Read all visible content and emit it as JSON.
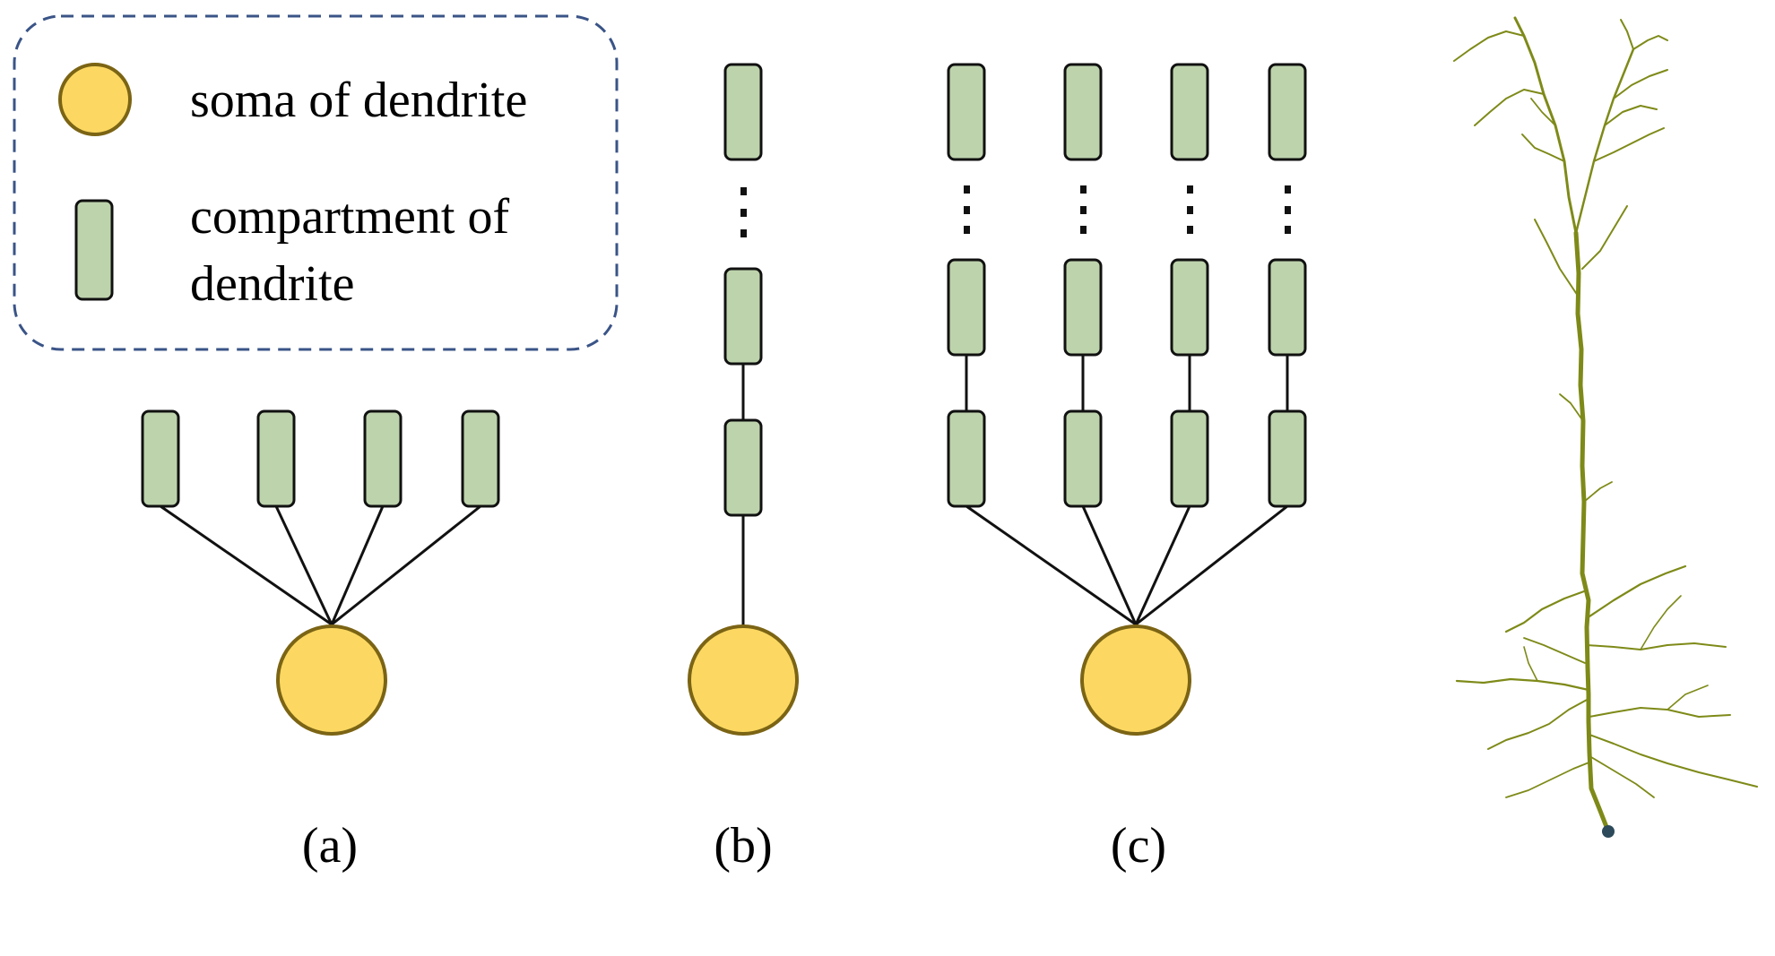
{
  "legend": {
    "soma_label": "soma of dendrite",
    "compartment_label_line1": "compartment of",
    "compartment_label_line2": "dendrite"
  },
  "panels": {
    "a": {
      "label": "(a)"
    },
    "b": {
      "label": "(b)"
    },
    "c": {
      "label": "(c)"
    }
  },
  "colors": {
    "soma_fill": "#FCD862",
    "soma_stroke": "#7B6414",
    "compartment_fill": "#BDD3AC",
    "compartment_stroke": "#111111",
    "legend_border": "#3A5487",
    "neuron": "#7E8A18",
    "neuron_soma": "#2C4A5A"
  }
}
